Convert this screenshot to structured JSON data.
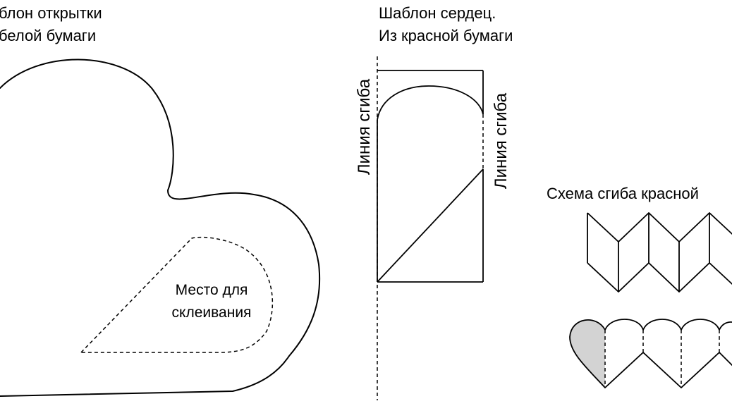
{
  "card_template": {
    "title_line1": "блон открытки",
    "title_line2": "белой бумаги",
    "glue_label_line1": "Место для",
    "glue_label_line2": "склеивания"
  },
  "heart_template": {
    "title_line1": "Шаблон сердец.",
    "title_line2": "Из красной бумаги",
    "fold_label_left": "Линия сгиба",
    "fold_label_right": "Линия сгиба"
  },
  "fold_scheme": {
    "title": "Схема сгиба красной",
    "shaded_fill": "#d3d3d3"
  }
}
